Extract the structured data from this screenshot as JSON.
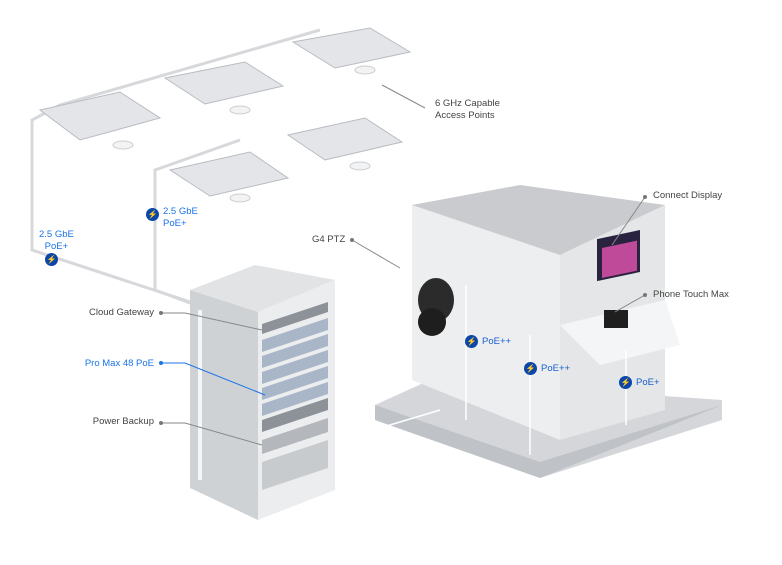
{
  "labels": {
    "access_points": [
      "6 GHz Capable",
      "Access Points"
    ],
    "cloud_gateway": "Cloud Gateway",
    "switch": "Pro Max 48 PoE",
    "power_backup": "Power Backup",
    "camera": "G4 PTZ",
    "display": "Connect Display",
    "phone": "Phone Touch Max"
  },
  "links": {
    "ap_left": [
      "2.5 GbE",
      "PoE+"
    ],
    "ap_right": [
      "2.5 GbE",
      "PoE+"
    ],
    "camera": "PoE++",
    "display": "PoE++",
    "phone": "PoE+"
  },
  "colors": {
    "accent": "#1a73e8",
    "badge": "#0b46a8",
    "label": "#444444"
  }
}
